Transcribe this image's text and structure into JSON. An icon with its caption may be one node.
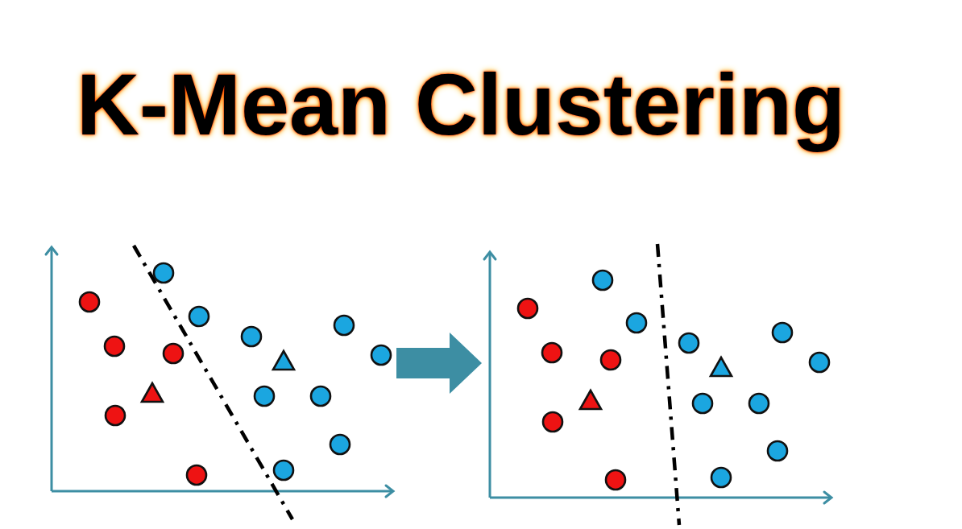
{
  "diagram": {
    "title": "K-Mean Clustering",
    "nodes": [
      {
        "text": [],
        "shape": "picture"
      },
      {
        "text": [],
        "shape": "picture"
      }
    ],
    "edges": [
      {
        "from": 0,
        "to": 1,
        "arrow": "to"
      }
    ]
  }
}
